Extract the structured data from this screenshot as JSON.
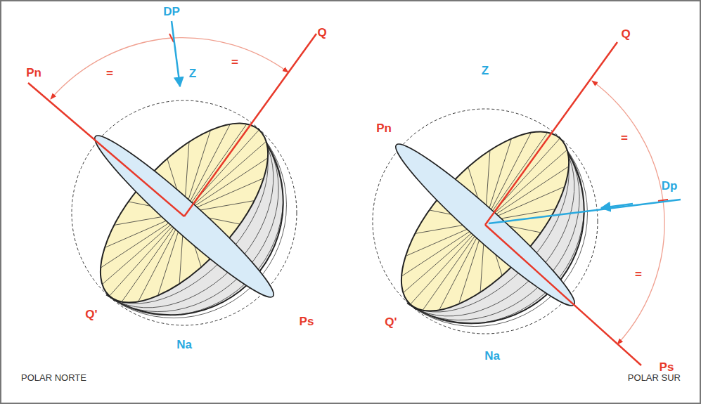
{
  "diagram": {
    "labels": [
      "DP",
      "Z",
      "=",
      "=",
      "Pn",
      "Q",
      "Q'",
      "Ps",
      "Na",
      "POLAR NORTE",
      "Z",
      "Q",
      "Pn",
      "=",
      "Dp",
      "=",
      "Q'",
      "Ps",
      "Na",
      "POLAR SUR"
    ]
  }
}
